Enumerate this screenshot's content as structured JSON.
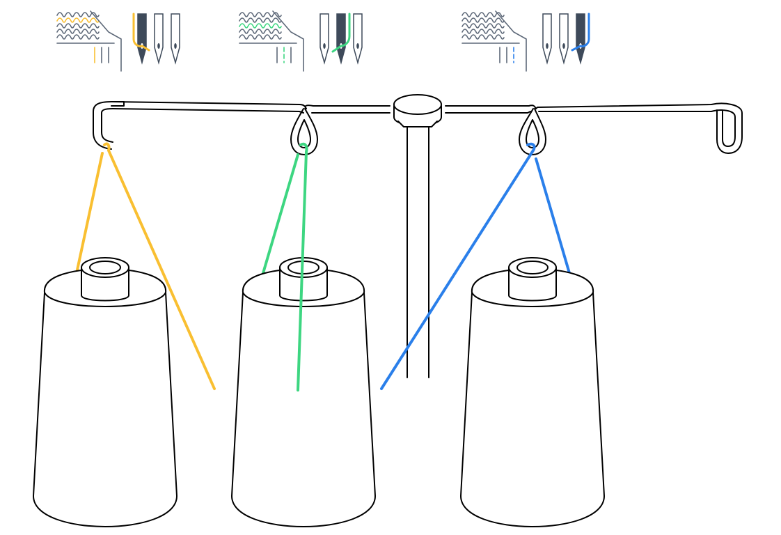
{
  "colors": {
    "thread_1": "#F9BF31",
    "thread_2": "#3DD681",
    "thread_3": "#2A7FEA",
    "outline": "#000000",
    "needle_dark": "#3E4A5A",
    "stitch_grey": "#5D6878",
    "background": "#FFFFFF"
  },
  "icons": {
    "stitch_icon": "stitch-fabric-icon",
    "needle_icon": "needle-icon",
    "spool_icon": "thread-cone-icon",
    "stand_icon": "thread-stand-icon"
  },
  "threads": [
    {
      "id": "thread-1",
      "color_key": "thread_1",
      "highlighted_needle": 1
    },
    {
      "id": "thread-2",
      "color_key": "thread_2",
      "highlighted_needle": 2
    },
    {
      "id": "thread-3",
      "color_key": "thread_3",
      "highlighted_needle": 3
    }
  ]
}
